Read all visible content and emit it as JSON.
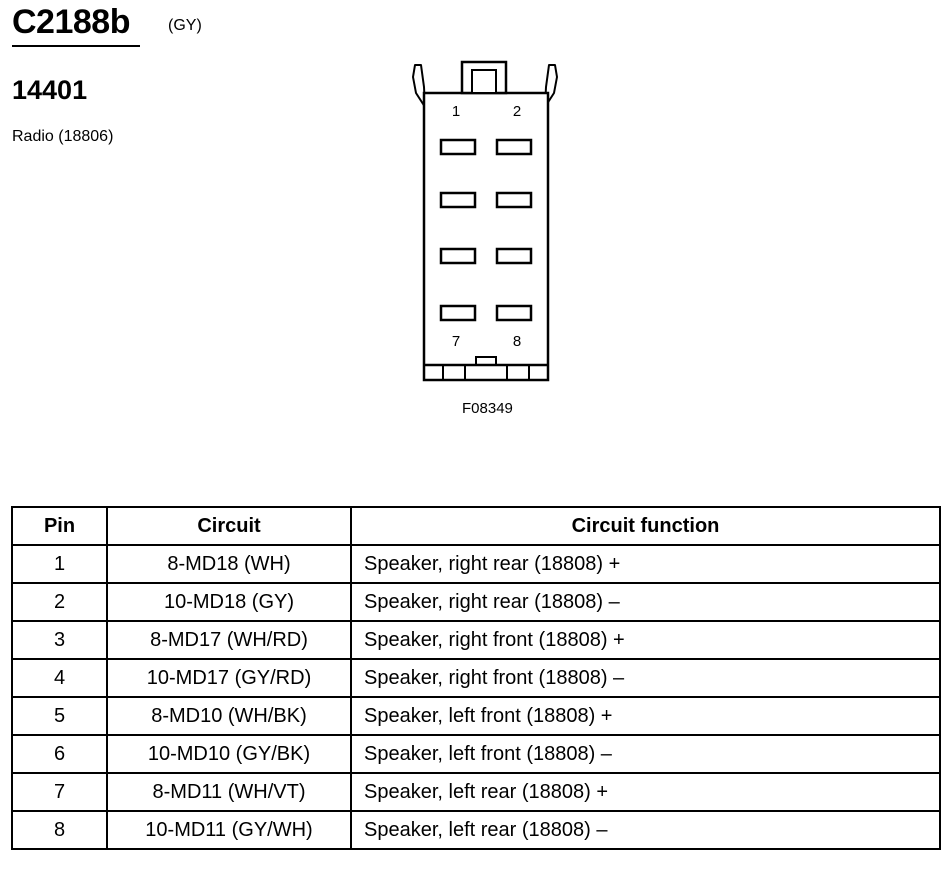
{
  "header": {
    "connector_id": "C2188b",
    "connector_color": "(GY)",
    "part_number": "14401",
    "component": "Radio (18806)"
  },
  "diagram": {
    "pin_labels": {
      "top_left": "1",
      "top_right": "2",
      "bottom_left": "7",
      "bottom_right": "8"
    },
    "figure_code": "F08349"
  },
  "table": {
    "headers": {
      "pin": "Pin",
      "circuit": "Circuit",
      "function": "Circuit function"
    },
    "rows": [
      {
        "pin": "1",
        "circuit": "8-MD18 (WH)",
        "function": "Speaker, right rear (18808) +"
      },
      {
        "pin": "2",
        "circuit": "10-MD18 (GY)",
        "function": "Speaker, right rear (18808) –"
      },
      {
        "pin": "3",
        "circuit": "8-MD17 (WH/RD)",
        "function": "Speaker, right front (18808) +"
      },
      {
        "pin": "4",
        "circuit": "10-MD17 (GY/RD)",
        "function": "Speaker, right front (18808) –"
      },
      {
        "pin": "5",
        "circuit": "8-MD10 (WH/BK)",
        "function": "Speaker, left front (18808) +"
      },
      {
        "pin": "6",
        "circuit": "10-MD10 (GY/BK)",
        "function": "Speaker, left front (18808) –"
      },
      {
        "pin": "7",
        "circuit": "8-MD11 (WH/VT)",
        "function": "Speaker, left rear (18808) +"
      },
      {
        "pin": "8",
        "circuit": "10-MD11 (GY/WH)",
        "function": "Speaker, left rear (18808) –"
      }
    ]
  }
}
